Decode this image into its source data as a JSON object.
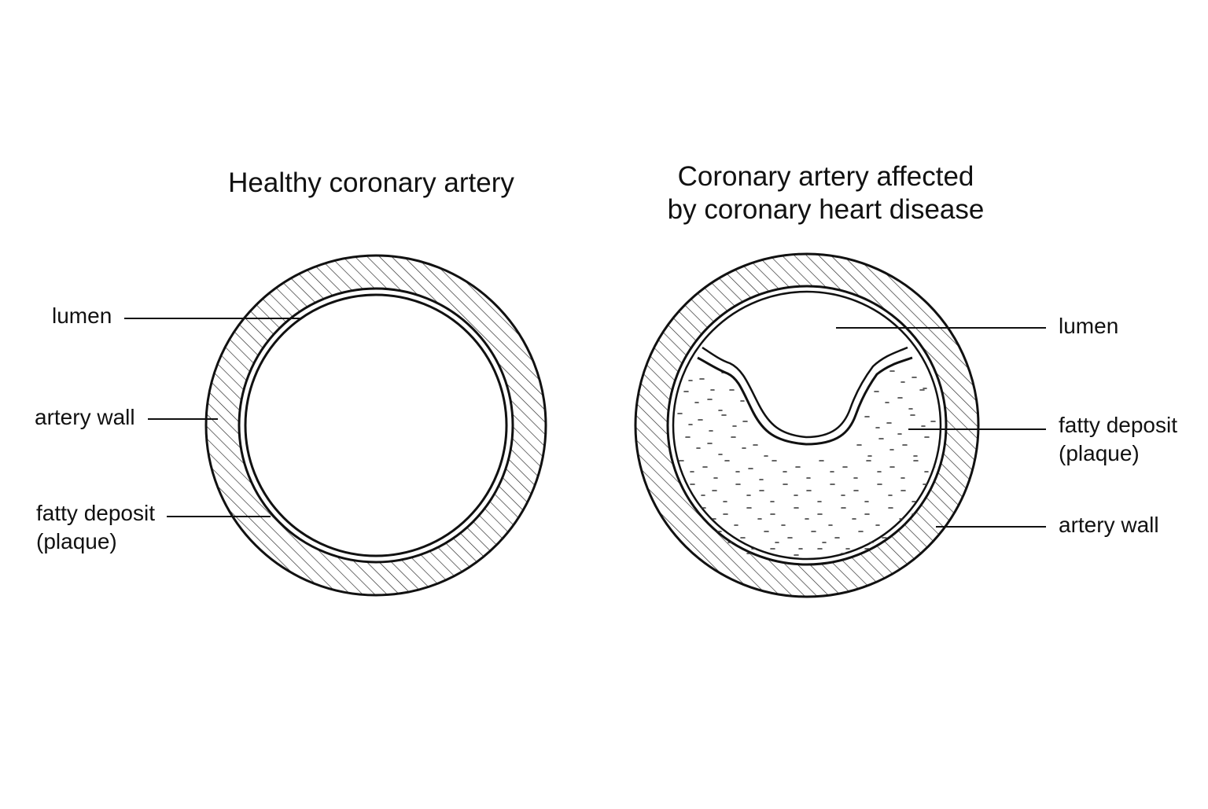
{
  "diagrams": [
    {
      "title": "Healthy coronary artery",
      "labels": {
        "lumen": "lumen",
        "artery_wall": "artery wall",
        "fatty_deposit": "fatty deposit",
        "plaque": "(plaque)"
      }
    },
    {
      "title_line1": "Coronary artery affected",
      "title_line2": "by coronary heart disease",
      "labels": {
        "lumen": "lumen",
        "fatty_deposit": "fatty deposit",
        "plaque": "(plaque)",
        "artery_wall": "artery wall"
      }
    }
  ],
  "icons": {
    "left": "healthy-artery-cross-section-icon",
    "right": "diseased-artery-cross-section-icon"
  },
  "colors": {
    "ink": "#111111",
    "background": "#ffffff"
  }
}
